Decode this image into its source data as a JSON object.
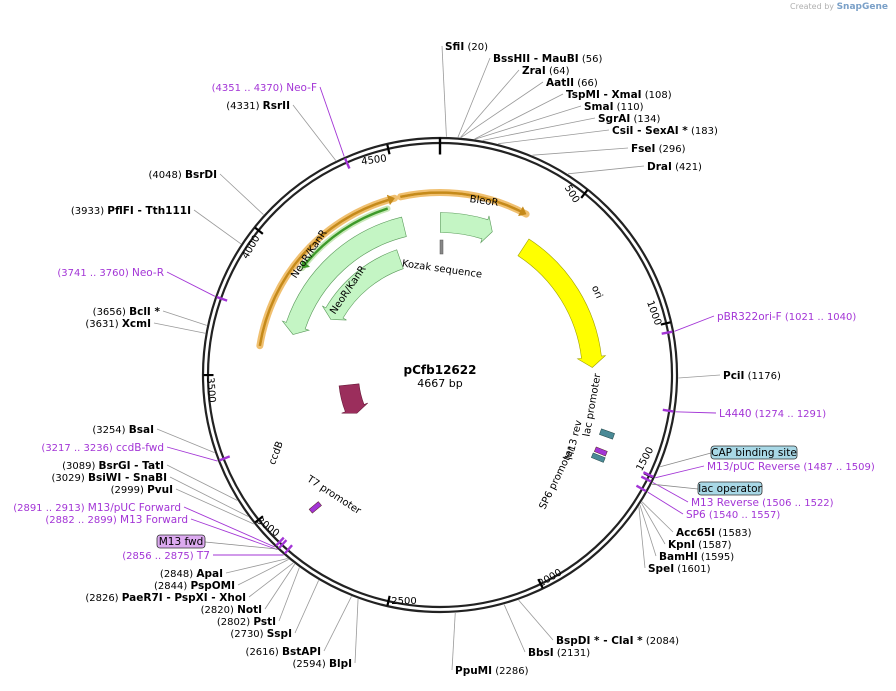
{
  "credit": {
    "created_by": "Created by",
    "brand": "SnapGene"
  },
  "plasmid": {
    "name": "pCfb12622",
    "length_label": "4667 bp",
    "length": 4667
  },
  "ticks": [
    {
      "bp": 500,
      "label": "500"
    },
    {
      "bp": 1000,
      "label": "1000"
    },
    {
      "bp": 1500,
      "label": "1500"
    },
    {
      "bp": 2000,
      "label": "2000"
    },
    {
      "bp": 2500,
      "label": "2500"
    },
    {
      "bp": 3000,
      "label": "3000"
    },
    {
      "bp": 3500,
      "label": "3500"
    },
    {
      "bp": 4000,
      "label": "4000"
    },
    {
      "bp": 4500,
      "label": "4500"
    }
  ],
  "enzymes": [
    {
      "bp": 20,
      "name": "SfiI",
      "pos": "(20)",
      "side": "right"
    },
    {
      "bp": 56,
      "name": "BssHII - MauBI",
      "pos": "(56)",
      "side": "right"
    },
    {
      "bp": 64,
      "name": "ZraI",
      "pos": "(64)",
      "side": "right"
    },
    {
      "bp": 66,
      "name": "AatII",
      "pos": "(66)",
      "side": "right"
    },
    {
      "bp": 108,
      "name": "TspMI - XmaI",
      "pos": "(108)",
      "side": "right"
    },
    {
      "bp": 110,
      "name": "SmaI",
      "pos": "(110)",
      "side": "right"
    },
    {
      "bp": 134,
      "name": "SgrAI",
      "pos": "(134)",
      "side": "right"
    },
    {
      "bp": 183,
      "name": "CsiI - SexAI *",
      "pos": "(183)",
      "side": "right"
    },
    {
      "bp": 296,
      "name": "FseI",
      "pos": "(296)",
      "side": "right"
    },
    {
      "bp": 421,
      "name": "DraI",
      "pos": "(421)",
      "side": "right"
    },
    {
      "bp": 1176,
      "name": "PciI",
      "pos": "(1176)",
      "side": "right"
    },
    {
      "bp": 1583,
      "name": "Acc65I",
      "pos": "(1583)",
      "side": "right"
    },
    {
      "bp": 1587,
      "name": "KpnI",
      "pos": "(1587)",
      "side": "right"
    },
    {
      "bp": 1595,
      "name": "BamHI",
      "pos": "(1595)",
      "side": "right"
    },
    {
      "bp": 1601,
      "name": "SpeI",
      "pos": "(1601)",
      "side": "right"
    },
    {
      "bp": 2084,
      "name": "BspDI * - ClaI *",
      "pos": "(2084)",
      "side": "right"
    },
    {
      "bp": 2131,
      "name": "BbsI",
      "pos": "(2131)",
      "side": "right"
    },
    {
      "bp": 2286,
      "name": "PpuMI",
      "pos": "(2286)",
      "side": "right"
    },
    {
      "bp": 2594,
      "name": "BlpI",
      "pos": "(2594)",
      "side": "left"
    },
    {
      "bp": 2616,
      "name": "BstAPI",
      "pos": "(2616)",
      "side": "left"
    },
    {
      "bp": 2730,
      "name": "SspI",
      "pos": "(2730)",
      "side": "left"
    },
    {
      "bp": 2802,
      "name": "PstI",
      "pos": "(2802)",
      "side": "left"
    },
    {
      "bp": 2820,
      "name": "NotI",
      "pos": "(2820)",
      "side": "left"
    },
    {
      "bp": 2826,
      "name": "PaeR7I - PspXI - XhoI",
      "pos": "(2826)",
      "side": "left"
    },
    {
      "bp": 2844,
      "name": "PspOMI",
      "pos": "(2844)",
      "side": "left"
    },
    {
      "bp": 2848,
      "name": "ApaI",
      "pos": "(2848)",
      "side": "left"
    },
    {
      "bp": 2999,
      "name": "PvuI",
      "pos": "(2999)",
      "side": "left"
    },
    {
      "bp": 3029,
      "name": "BsiWI - SnaBI",
      "pos": "(3029)",
      "side": "left"
    },
    {
      "bp": 3089,
      "name": "BsrGI - TatI",
      "pos": "(3089)",
      "side": "left"
    },
    {
      "bp": 3254,
      "name": "BsaI",
      "pos": "(3254)",
      "side": "left"
    },
    {
      "bp": 3631,
      "name": "XcmI",
      "pos": "(3631)",
      "side": "left"
    },
    {
      "bp": 3656,
      "name": "BclI *",
      "pos": "(3656)",
      "side": "left"
    },
    {
      "bp": 3933,
      "name": "PflFI - Tth111I",
      "pos": "(3933)",
      "side": "left"
    },
    {
      "bp": 4048,
      "name": "BsrDI",
      "pos": "(4048)",
      "side": "left"
    },
    {
      "bp": 4331,
      "name": "RsrII",
      "pos": "(4331)",
      "side": "left"
    }
  ],
  "primers": [
    {
      "bp": 1030,
      "name": "pBR322ori-F",
      "pos": "(1021 .. 1040)",
      "side": "right"
    },
    {
      "bp": 1282,
      "name": "L4440",
      "pos": "(1274 .. 1291)",
      "side": "right"
    },
    {
      "bp": 1498,
      "name": "M13/pUC Reverse",
      "pos": "(1487 .. 1509)",
      "side": "right"
    },
    {
      "bp": 1514,
      "name": "M13 Reverse",
      "pos": "(1506 .. 1522)",
      "side": "right"
    },
    {
      "bp": 1548,
      "name": "SP6",
      "pos": "(1540 .. 1557)",
      "side": "right"
    },
    {
      "bp": 2865,
      "name": "T7",
      "pos": "(2856 .. 2875)",
      "side": "left"
    },
    {
      "bp": 2890,
      "name": "M13 Forward",
      "pos": "(2882 .. 2899)",
      "side": "left"
    },
    {
      "bp": 2902,
      "name": "M13/pUC Forward",
      "pos": "(2891 .. 2913)",
      "side": "left"
    },
    {
      "bp": 3226,
      "name": "ccdB-fwd",
      "pos": "(3217 .. 3236)",
      "side": "left"
    },
    {
      "bp": 3750,
      "name": "Neo-R",
      "pos": "(3741 .. 3760)",
      "side": "left"
    },
    {
      "bp": 4360,
      "name": "Neo-F",
      "pos": "(4351 .. 4370)",
      "side": "left"
    }
  ],
  "boxed_features": [
    {
      "bp": 1460,
      "label": "CAP binding site",
      "color": "#a8d8e6"
    },
    {
      "bp": 1520,
      "label": "lac operator",
      "color": "#a8d8e6"
    },
    {
      "bp": 2893,
      "label": "M13 fwd",
      "color": "#dcaaf0"
    }
  ],
  "features": {
    "bleor": {
      "label": "BleoR",
      "color": "#c4f5c4"
    },
    "ori": {
      "label": "ori",
      "color": "#ffff00"
    },
    "neor_outer": {
      "label": "NeoR/KanR",
      "color": "#c4f5c4"
    },
    "neor_inner": {
      "label": "NeoR/KanR",
      "color": "#c4f5c4"
    },
    "ccdb": {
      "label": "ccdB",
      "color": "#9b2e5c"
    },
    "kozak": {
      "label": "Kozak sequence"
    },
    "t7_promoter": {
      "label": "T7 promoter"
    },
    "lac_promoter": {
      "label": "lac promoter"
    },
    "m13_rev": {
      "label": "M13 rev"
    },
    "sp6_promoter": {
      "label": "SP6 promoter"
    }
  },
  "colors": {
    "backbone": "#222222",
    "primer": "#a335d6",
    "orf_outline": "#f0c070",
    "orf_fwd": "#c58a1a",
    "orf_rev": "#3d9a2a"
  }
}
